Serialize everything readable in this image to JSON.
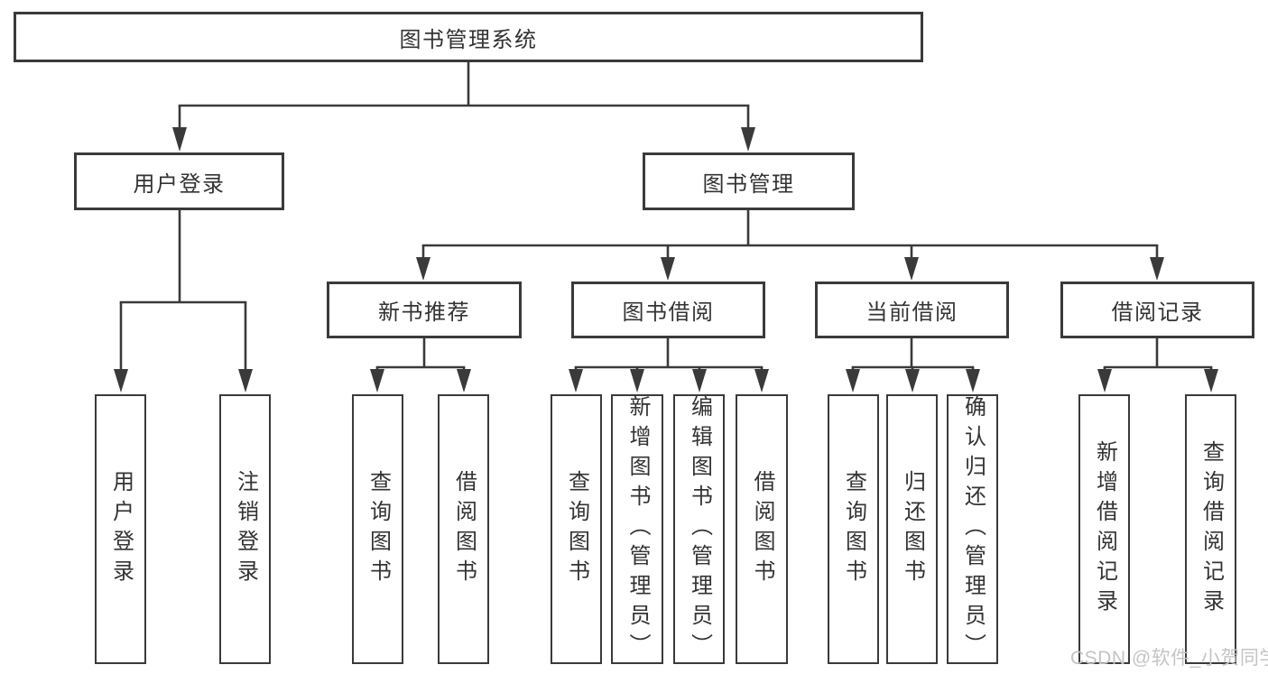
{
  "tree": {
    "label": "图书管理系统",
    "children": [
      {
        "label": "用户登录",
        "children": [
          {
            "label": "用户登录"
          },
          {
            "label": "注销登录"
          }
        ]
      },
      {
        "label": "图书管理",
        "children": [
          {
            "label": "新书推荐",
            "children": [
              {
                "label": "查询图书"
              },
              {
                "label": "借阅图书"
              }
            ]
          },
          {
            "label": "图书借阅",
            "children": [
              {
                "label": "查询图书"
              },
              {
                "label": "新增图书（管理员）"
              },
              {
                "label": "编辑图书（管理员）"
              },
              {
                "label": "借阅图书"
              }
            ]
          },
          {
            "label": "当前借阅",
            "children": [
              {
                "label": "查询图书"
              },
              {
                "label": "归还图书"
              },
              {
                "label": "确认归还（管理员）"
              }
            ]
          },
          {
            "label": "借阅记录",
            "children": [
              {
                "label": "新增借阅记录"
              },
              {
                "label": "查询借阅记录"
              }
            ]
          }
        ]
      }
    ]
  },
  "watermark": {
    "text": "CSDN @软件_小贺同学"
  },
  "colors": {
    "line": "#3a3a3a",
    "text": "#333333",
    "watermark_text": "#c4c4c4",
    "background": "#ffffff"
  }
}
